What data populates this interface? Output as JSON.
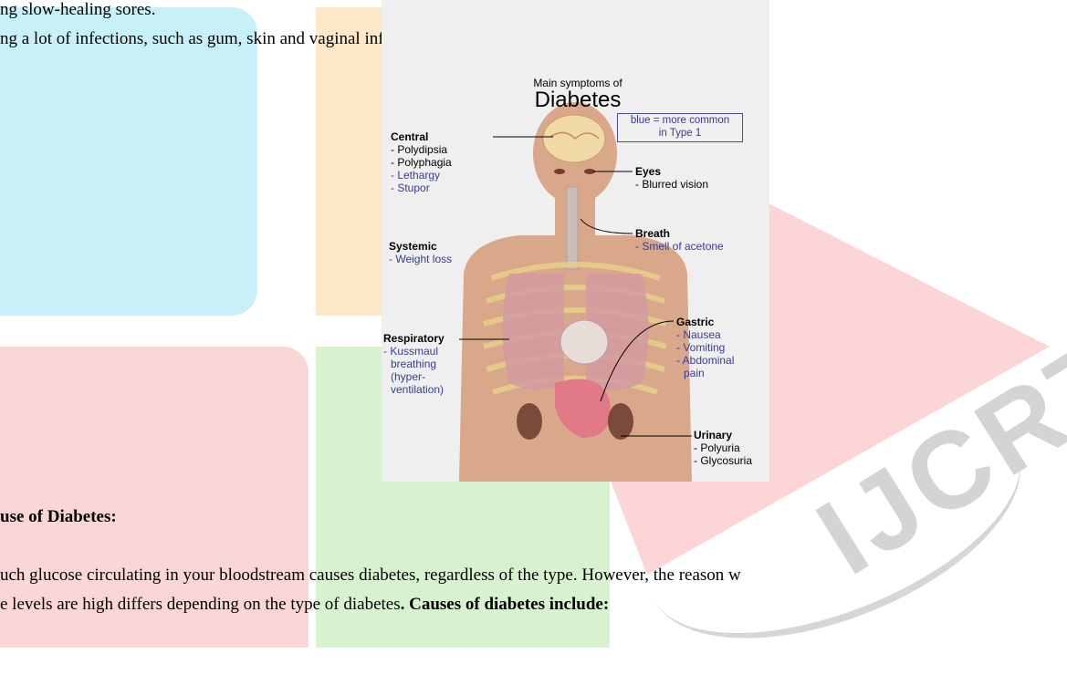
{
  "top_text": {
    "line1": "ng slow-healing sores.",
    "line2": "ng a lot of infections, such as gum, skin and vaginal infections."
  },
  "figure": {
    "title_small": "Main symptoms of",
    "title_big": "Diabetes",
    "legend_line1": "blue = more common",
    "legend_line2": "in Type 1",
    "central": {
      "head": "Central",
      "items": [
        "- Polydipsia",
        "- Polyphagia",
        "- Lethargy",
        "- Stupor"
      ]
    },
    "eyes": {
      "head": "Eyes",
      "items": [
        "- Blurred vision"
      ]
    },
    "breath": {
      "head": "Breath",
      "items": [
        "- Smell of acetone"
      ]
    },
    "systemic": {
      "head": "Systemic",
      "items": [
        "- Weight loss"
      ]
    },
    "respiratory": {
      "head": "Respiratory",
      "items": [
        "- Kussmaul",
        "breathing",
        "(hyper-",
        "ventilation)"
      ]
    },
    "gastric": {
      "head": "Gastric",
      "items": [
        "- Nausea",
        "- Vomiting",
        "- Abdominal",
        "pain"
      ]
    },
    "urinary": {
      "head": "Urinary",
      "items": [
        "- Polyuria",
        "- Glycosuria"
      ]
    }
  },
  "section": {
    "heading": "use of Diabetes:",
    "para_line1": "uch glucose circulating in your bloodstream causes diabetes, regardless of the type. However, the reason w",
    "para_line2_plain": "e levels are high differs depending on the type of diabetes",
    "para_line2_bold": ". Causes of diabetes include:"
  },
  "watermark": {
    "text": "IJCRT"
  },
  "colors": {
    "blue_label": "#3a3a9a",
    "watermark_cyan": "#c8f0f8",
    "watermark_red": "#fbd6d6"
  }
}
